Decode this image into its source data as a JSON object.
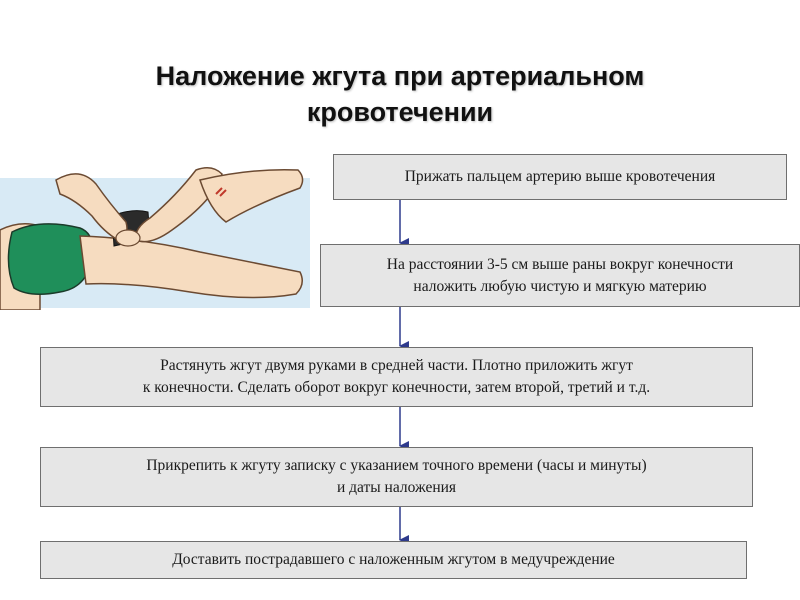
{
  "title": {
    "line1": "Наложение жгута при артериальном",
    "line2": "кровотечении"
  },
  "steps": [
    {
      "lines": [
        "Прижать пальцем артерию выше кровотечения"
      ]
    },
    {
      "lines": [
        "На расстоянии 3-5 см выше раны вокруг конечности",
        "наложить любую чистую и мягкую материю"
      ]
    },
    {
      "lines": [
        "Растянуть жгут двумя руками в средней части. Плотно приложить жгут",
        "к конечности. Сделать оборот вокруг конечности, затем второй, третий и т.д."
      ]
    },
    {
      "lines": [
        "Прикрепить к жгуту записку с указанием точного времени (часы и минуты)",
        "и даты наложения"
      ]
    },
    {
      "lines": [
        "Доставить пострадавшего с наложенным жгутом в медучреждение"
      ]
    }
  ],
  "colors": {
    "box_fill": "#e6e6e6",
    "box_border": "#6f6f6f",
    "arrow": "#2e3a8c",
    "skin": "#f6dcc0",
    "shorts": "#1f8f5a",
    "tourniquet": "#2b2b2b",
    "background_panel": "#d8eaf5"
  },
  "illustration": {
    "icon": "first-aid-illustration-icon"
  }
}
